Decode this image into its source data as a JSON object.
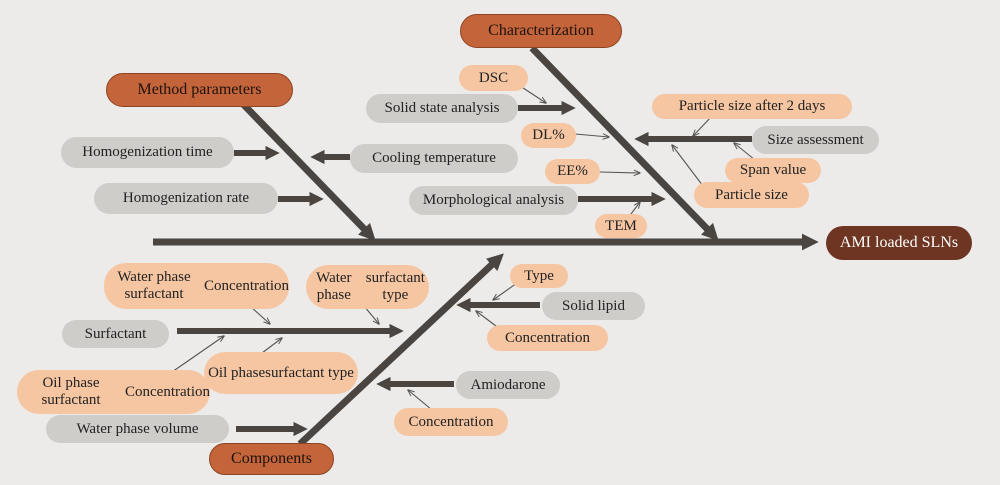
{
  "diagram": {
    "effect": "AMI loaded SLNs",
    "categories": {
      "method_parameters": "Method parameters",
      "characterization": "Characterization",
      "components": "Components"
    },
    "factors": {
      "homogenization_time": "Homogenization time",
      "homogenization_rate": "Homogenization rate",
      "cooling_temperature": "Cooling temperature",
      "dsc": "DSC",
      "solid_state_analysis": "Solid state analysis",
      "dl_percent": "DL%",
      "ee_percent": "EE%",
      "morphological_analysis": "Morphological analysis",
      "tem": "TEM",
      "particle_size_after_2_days": "Particle size after 2 days",
      "size_assessment": "Size assessment",
      "span_value": "Span value",
      "particle_size": "Particle size",
      "water_phase_surfactant_concentration": [
        "Water phase surfactant",
        "Concentration"
      ],
      "water_phase_surfactant_type": [
        "Water phase",
        "surfactant type"
      ],
      "surfactant": "Surfactant",
      "oil_phase_surfactant_type": [
        "Oil phase",
        "surfactant type"
      ],
      "oil_phase_surfactant_concentration": [
        "Oil phase surfactant",
        "Concentration"
      ],
      "water_phase_volume": "Water phase volume",
      "type": "Type",
      "solid_lipid": "Solid lipid",
      "lipid_concentration": "Concentration",
      "amiodarone": "Amiodarone",
      "amiodarone_concentration": "Concentration"
    }
  },
  "colors": {
    "background": "#ecebe9",
    "bone": "#4b4541",
    "category": "#c3643b",
    "effect": "#6e3522",
    "factor_gray": "#cfcdca",
    "factor_peach": "#f6c6a2"
  }
}
